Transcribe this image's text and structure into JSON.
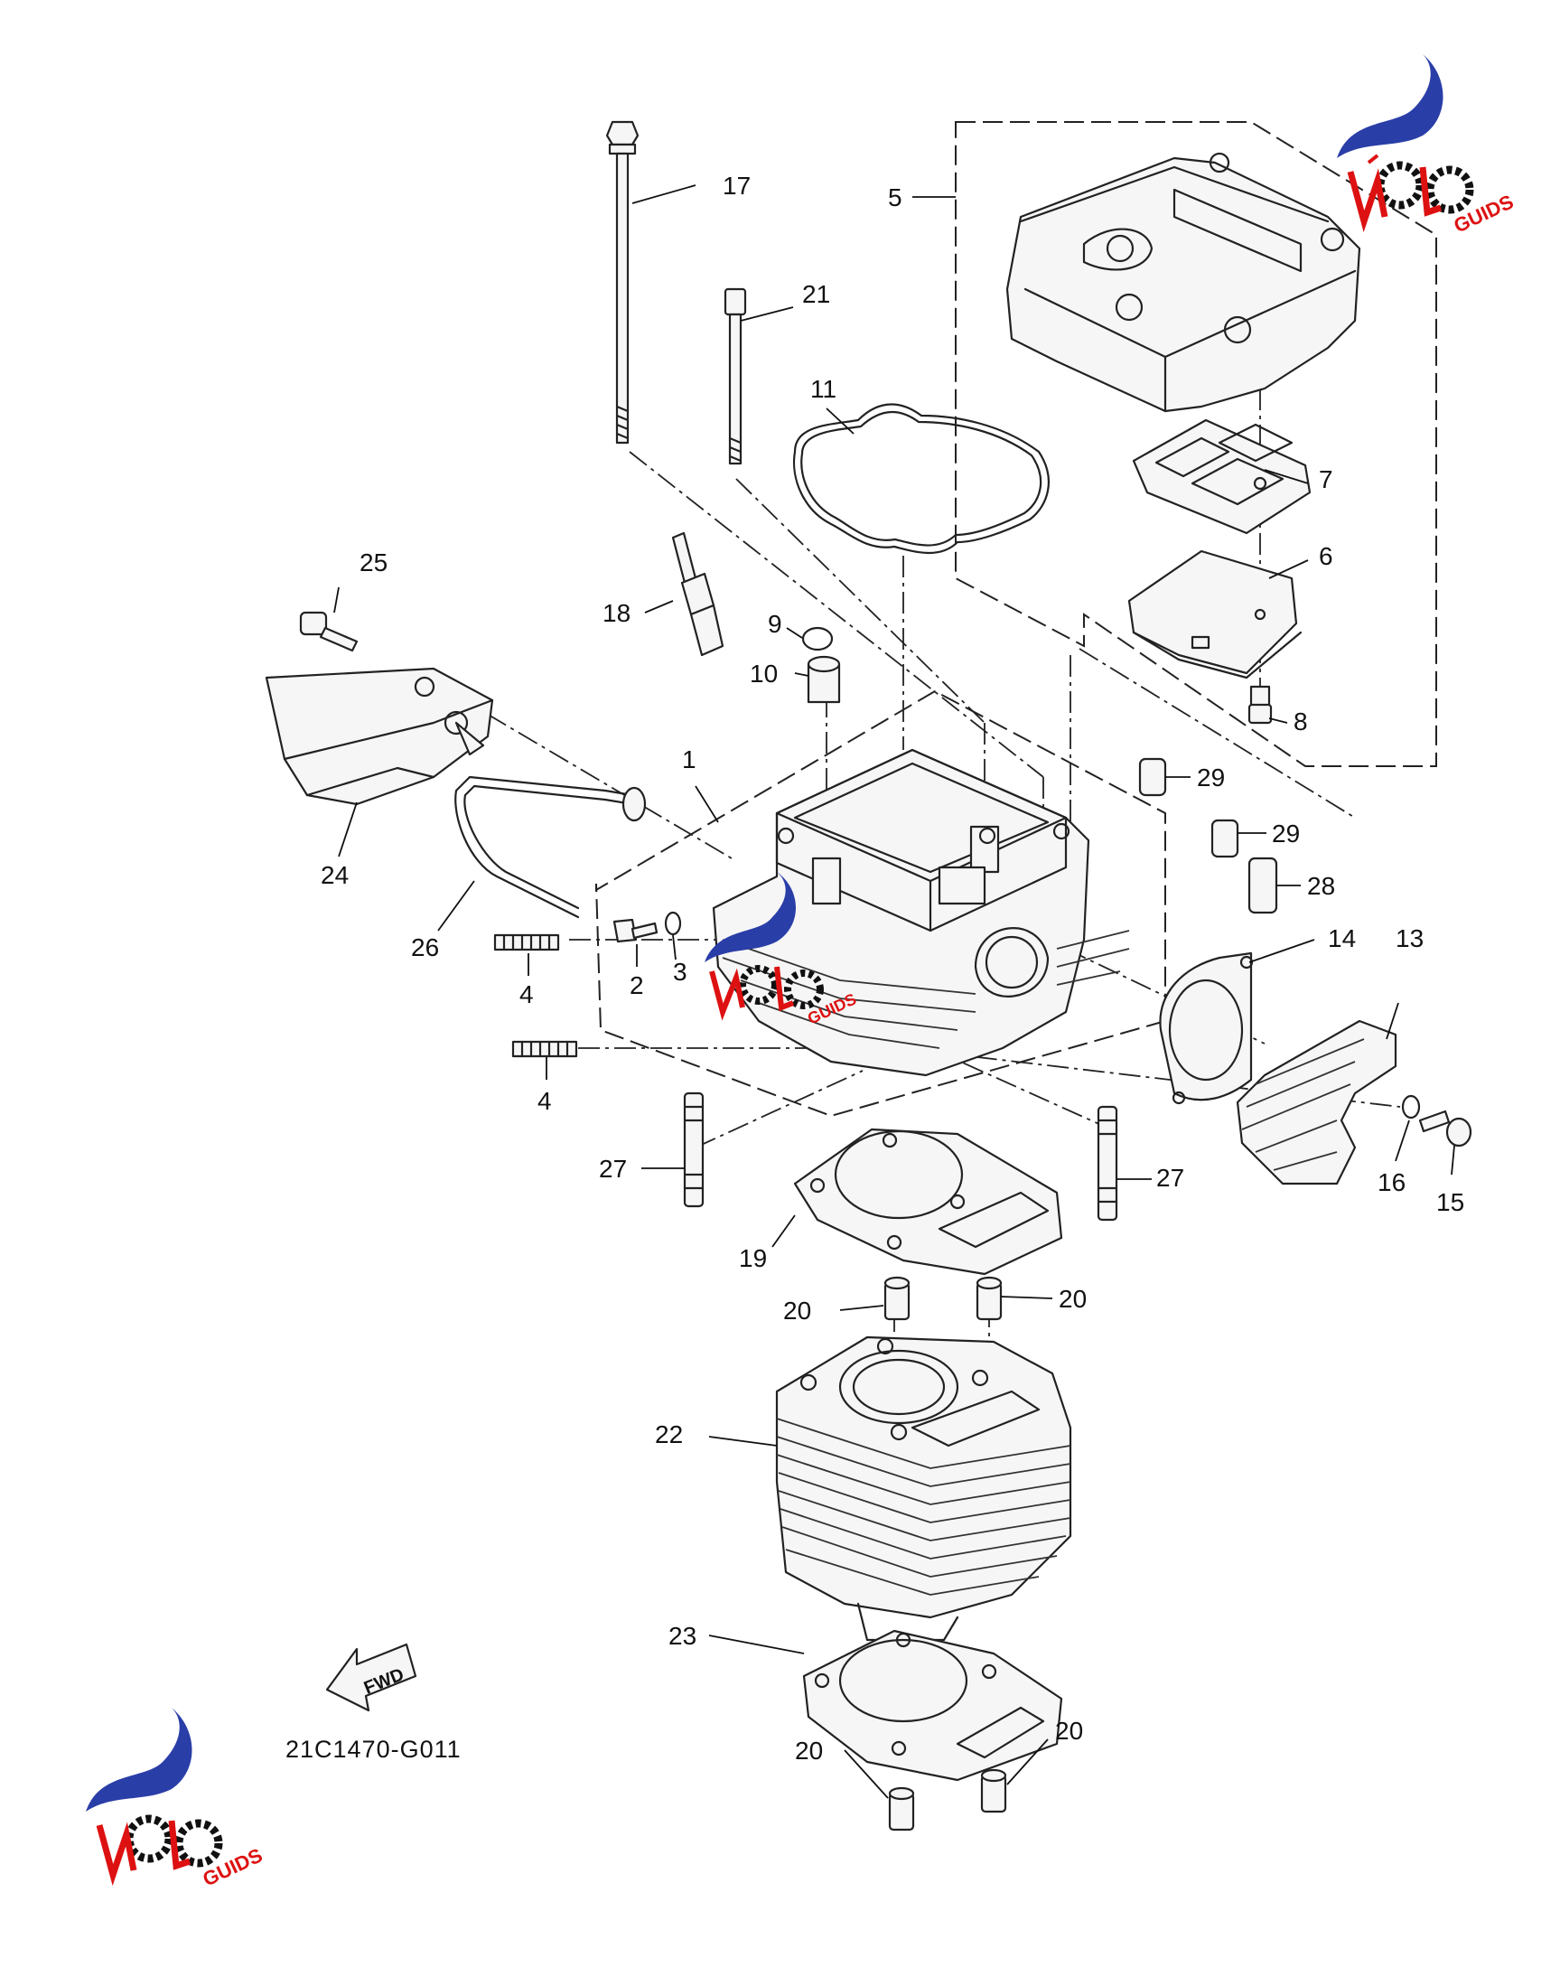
{
  "diagram": {
    "drawing_code": "21C1470-G011",
    "fwd_label": "FWD",
    "watermark": {
      "brand": "MOTO",
      "suffix": "GUIDS"
    },
    "callouts": [
      {
        "id": "c17",
        "text": "17"
      },
      {
        "id": "c5",
        "text": "5"
      },
      {
        "id": "c21",
        "text": "21"
      },
      {
        "id": "c11",
        "text": "11"
      },
      {
        "id": "c7",
        "text": "7"
      },
      {
        "id": "c6",
        "text": "6"
      },
      {
        "id": "c25",
        "text": "25"
      },
      {
        "id": "c18",
        "text": "18"
      },
      {
        "id": "c9",
        "text": "9"
      },
      {
        "id": "c10",
        "text": "10"
      },
      {
        "id": "c8",
        "text": "8"
      },
      {
        "id": "c1",
        "text": "1"
      },
      {
        "id": "c29a",
        "text": "29"
      },
      {
        "id": "c29b",
        "text": "29"
      },
      {
        "id": "c28",
        "text": "28"
      },
      {
        "id": "c24",
        "text": "24"
      },
      {
        "id": "c26",
        "text": "26"
      },
      {
        "id": "c4a",
        "text": "4"
      },
      {
        "id": "c2",
        "text": "2"
      },
      {
        "id": "c3",
        "text": "3"
      },
      {
        "id": "c14",
        "text": "14"
      },
      {
        "id": "c13",
        "text": "13"
      },
      {
        "id": "c4b",
        "text": "4"
      },
      {
        "id": "c16",
        "text": "16"
      },
      {
        "id": "c15",
        "text": "15"
      },
      {
        "id": "c27a",
        "text": "27"
      },
      {
        "id": "c27b",
        "text": "27"
      },
      {
        "id": "c19",
        "text": "19"
      },
      {
        "id": "c20a",
        "text": "20"
      },
      {
        "id": "c20b",
        "text": "20"
      },
      {
        "id": "c22",
        "text": "22"
      },
      {
        "id": "c23",
        "text": "23"
      },
      {
        "id": "c20c",
        "text": "20"
      },
      {
        "id": "c20d",
        "text": "20"
      }
    ]
  }
}
